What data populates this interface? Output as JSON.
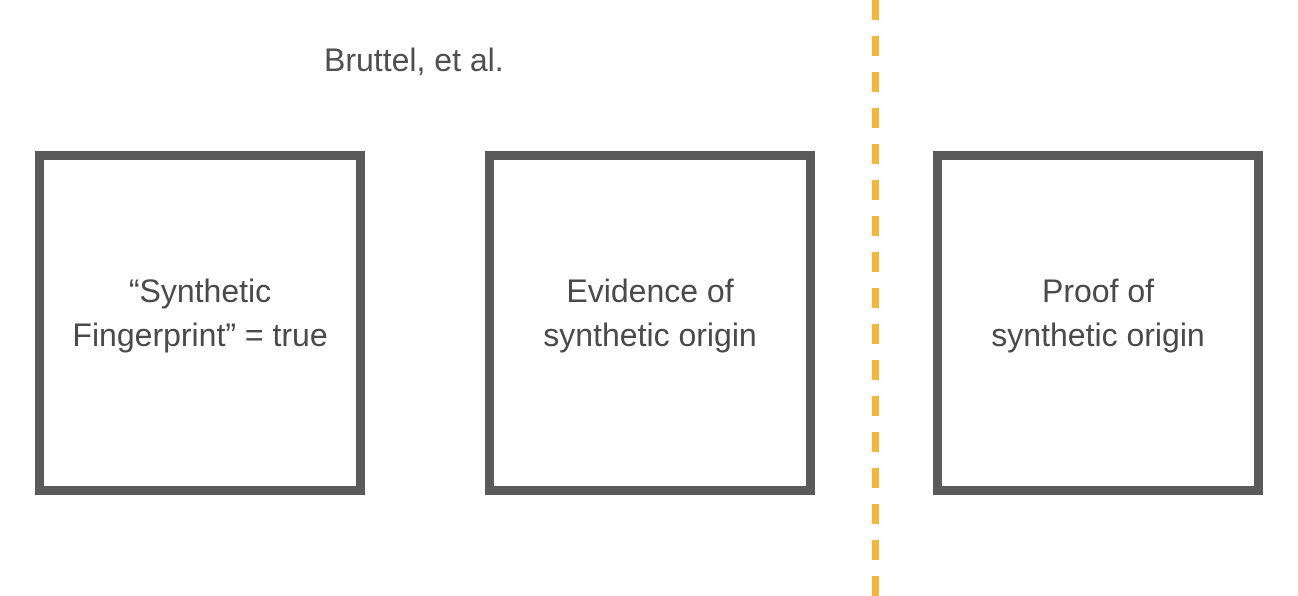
{
  "attribution": "Bruttel, et al.",
  "boxes": [
    {
      "lines": [
        "“Synthetic",
        "Fingerprint” = true"
      ]
    },
    {
      "lines": [
        "Evidence of",
        "synthetic origin"
      ]
    },
    {
      "lines": [
        "Proof of",
        "synthetic origin"
      ]
    }
  ],
  "colors": {
    "box_border": "#5a5a5a",
    "text": "#4a4a4a",
    "divider": "#f5b43a"
  }
}
